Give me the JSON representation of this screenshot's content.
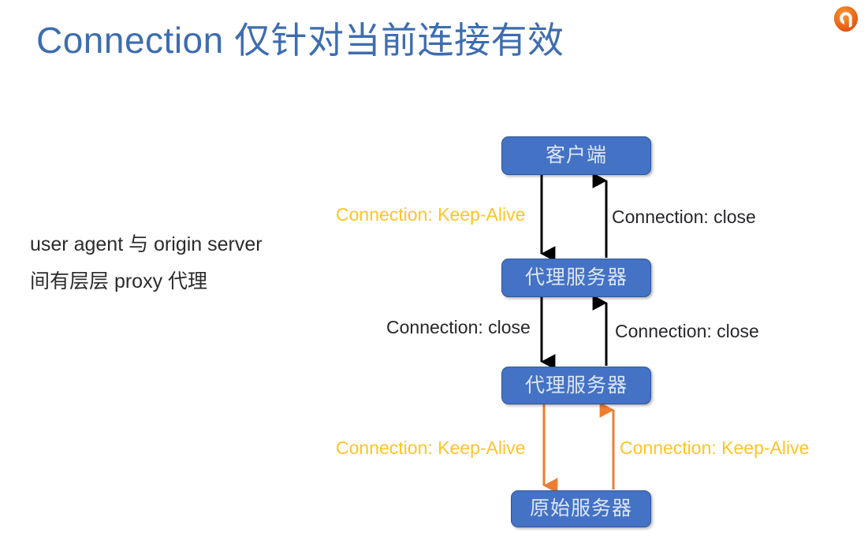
{
  "slide": {
    "title": "Connection 仅针对当前连接有效",
    "title_color": "#3E6DAF",
    "background_color": "#FFFFFF",
    "logo": {
      "icon": "orange-circle-logo",
      "color": "#E8621A"
    },
    "body_text": {
      "line1": "user agent 与 origin server",
      "line2": "间有层层 proxy 代理",
      "color": "#2B2B2B"
    },
    "diagram": {
      "node_fill": "#4472C4",
      "node_border": "#2F5597",
      "node_text_color": "#DCE6F6",
      "nodes": [
        {
          "id": "client",
          "label": "客户端"
        },
        {
          "id": "proxy-1",
          "label": "代理服务器"
        },
        {
          "id": "proxy-2",
          "label": "代理服务器"
        },
        {
          "id": "origin",
          "label": "原始服务器"
        }
      ],
      "arrow_colors": {
        "black": "#000000",
        "orange": "#ED7D31"
      },
      "edges": [
        {
          "id": "client-to-proxy1",
          "direction": "down",
          "color": "#000000",
          "label": "Connection: Keep-Alive",
          "label_color": "#FFC424"
        },
        {
          "id": "proxy1-to-client",
          "direction": "up",
          "color": "#000000",
          "label": "Connection: close",
          "label_color": "#27272B"
        },
        {
          "id": "proxy1-to-proxy2",
          "direction": "down",
          "color": "#000000",
          "label": "Connection: close",
          "label_color": "#27272B"
        },
        {
          "id": "proxy2-to-proxy1",
          "direction": "up",
          "color": "#000000",
          "label": "Connection: close",
          "label_color": "#27272B"
        },
        {
          "id": "proxy2-to-origin",
          "direction": "down",
          "color": "#ED7D31",
          "label": "Connection: Keep-Alive",
          "label_color": "#FFC424"
        },
        {
          "id": "origin-to-proxy2",
          "direction": "up",
          "color": "#ED7D31",
          "label": "Connection: Keep-Alive",
          "label_color": "#FFC424"
        }
      ]
    }
  }
}
